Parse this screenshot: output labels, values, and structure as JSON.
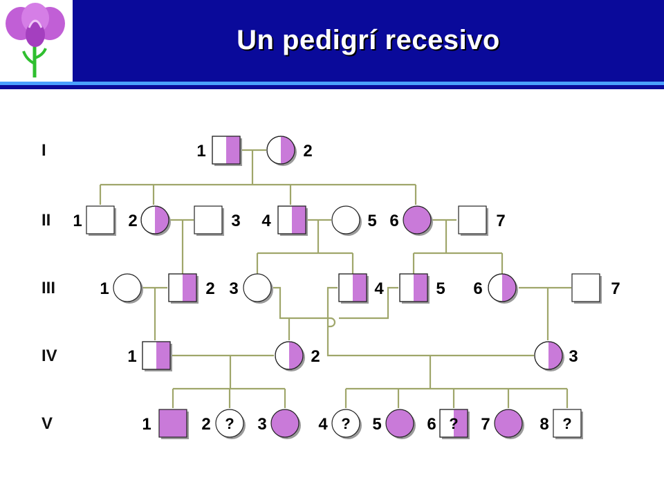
{
  "title": "Un pedigrí recesivo",
  "colors": {
    "header_bg": "#0a0a9a",
    "header_rule": "#4aa0ff",
    "title_text": "#ffffff",
    "affected": "#c97ad9",
    "lines": "#9fa66a"
  },
  "logo": {
    "icon": "flower-icon"
  },
  "generations": [
    "I",
    "II",
    "III",
    "IV",
    "V"
  ],
  "individuals": [
    {
      "gen": "I",
      "num": "1",
      "sex": "male",
      "status": "carrier"
    },
    {
      "gen": "I",
      "num": "2",
      "sex": "female",
      "status": "carrier"
    },
    {
      "gen": "II",
      "num": "1",
      "sex": "male",
      "status": "unaffected"
    },
    {
      "gen": "II",
      "num": "2",
      "sex": "female",
      "status": "carrier"
    },
    {
      "gen": "II",
      "num": "3",
      "sex": "male",
      "status": "unaffected"
    },
    {
      "gen": "II",
      "num": "4",
      "sex": "male",
      "status": "carrier"
    },
    {
      "gen": "II",
      "num": "5",
      "sex": "female",
      "status": "unaffected"
    },
    {
      "gen": "II",
      "num": "6",
      "sex": "female",
      "status": "affected"
    },
    {
      "gen": "II",
      "num": "7",
      "sex": "male",
      "status": "unaffected"
    },
    {
      "gen": "III",
      "num": "1",
      "sex": "female",
      "status": "unaffected"
    },
    {
      "gen": "III",
      "num": "2",
      "sex": "male",
      "status": "carrier"
    },
    {
      "gen": "III",
      "num": "3",
      "sex": "female",
      "status": "unaffected"
    },
    {
      "gen": "III",
      "num": "4",
      "sex": "male",
      "status": "carrier"
    },
    {
      "gen": "III",
      "num": "5",
      "sex": "male",
      "status": "carrier"
    },
    {
      "gen": "III",
      "num": "6",
      "sex": "female",
      "status": "carrier"
    },
    {
      "gen": "III",
      "num": "7",
      "sex": "male",
      "status": "unaffected"
    },
    {
      "gen": "IV",
      "num": "1",
      "sex": "male",
      "status": "carrier"
    },
    {
      "gen": "IV",
      "num": "2",
      "sex": "female",
      "status": "carrier"
    },
    {
      "gen": "IV",
      "num": "3",
      "sex": "female",
      "status": "carrier"
    },
    {
      "gen": "V",
      "num": "1",
      "sex": "male",
      "status": "affected"
    },
    {
      "gen": "V",
      "num": "2",
      "sex": "female",
      "status": "unknown",
      "mark": "?"
    },
    {
      "gen": "V",
      "num": "3",
      "sex": "female",
      "status": "affected"
    },
    {
      "gen": "V",
      "num": "4",
      "sex": "female",
      "status": "unknown",
      "mark": "?"
    },
    {
      "gen": "V",
      "num": "5",
      "sex": "female",
      "status": "affected"
    },
    {
      "gen": "V",
      "num": "6",
      "sex": "male",
      "status": "carrier-unknown",
      "mark": "?"
    },
    {
      "gen": "V",
      "num": "7",
      "sex": "female",
      "status": "affected"
    },
    {
      "gen": "V",
      "num": "8",
      "sex": "male",
      "status": "unknown",
      "mark": "?"
    }
  ]
}
